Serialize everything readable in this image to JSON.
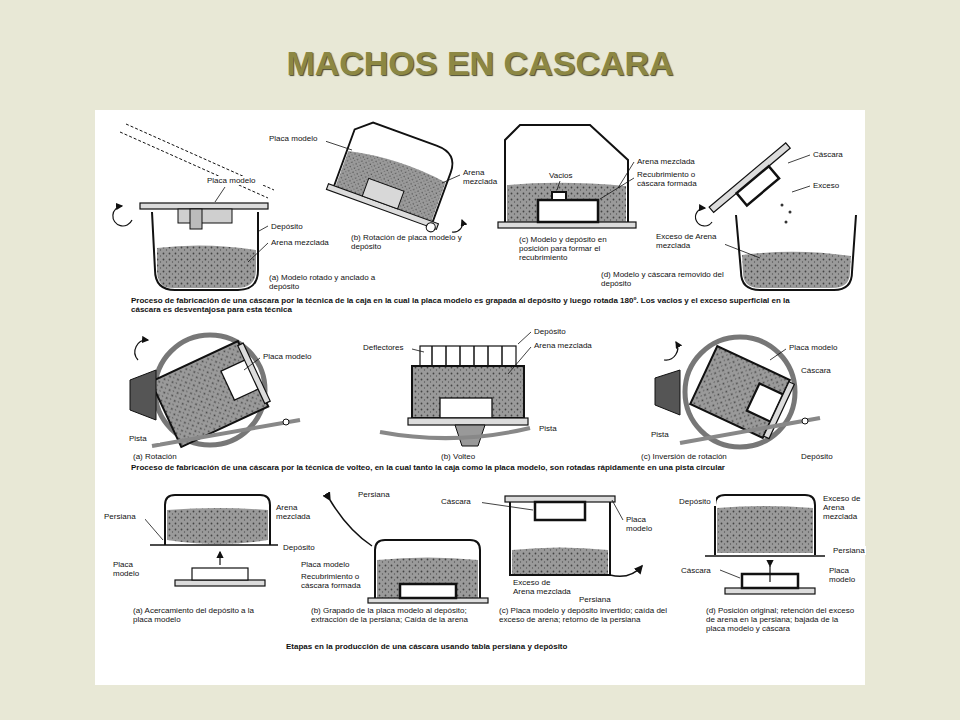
{
  "diagram": {
    "title": "MACHOS EN CASCARA",
    "labels": [
      "Placa modelo",
      "Depósito",
      "Arena mezclada",
      "(a) Modelo rotado y anclado a depósito",
      "Placa modelo",
      "Arena mezclada",
      "(b) Rotación de placa modelo y depósito",
      "Vacios",
      "Arena mezclada",
      "Recubrimiento o cáscara formada",
      "(c) Modelo y depósito en posición para formar el recubrimiento",
      "Cáscara",
      "Exceso",
      "Exceso de Arena mezclada",
      "(d) Modelo y cáscara removido del depósito",
      "Proceso de fabricación de una cáscara por la técnica de la caja en la cual la placa modelo es grapada al depósito y luego rotada 180º. Los vacios y el exceso superficial en la cáscara es desventajosa para esta técnica",
      "Deflectores",
      "Depósito",
      "Placa modelo",
      "Arena mezclada",
      "Placa modelo",
      "Cáscara",
      "Pista",
      "Pista",
      "Pista",
      "(a) Rotación",
      "(b) Volteo",
      "(c) Inversión de rotación",
      "Depósito",
      "Proceso de fabricación de una cáscara por la técnica de volteo, en la cual tanto la caja como la placa modelo, son rotadas rápidamente en una pista circular",
      "Arena mezclada",
      "Persiana",
      "Depósito",
      "Placa modelo",
      "(a) Acercamiento del depósito a la placa modelo",
      "Persiana",
      "Placa modelo",
      "Recubrimiento o cáscara formada",
      "(b) Grapado de la placa modelo al depósito; extracción de la persiana; Caída de la arena",
      "Cáscara",
      "Placa modelo",
      "Exceso de Arena mezclada",
      "Persiana",
      "(c) Placa modelo y depósito invertido; caída del exceso de arena; retorno de la persiana",
      "Depósito",
      "Exceso de Arena mezclada",
      "Persiana",
      "Cáscara",
      "Placa modelo",
      "(d) Posición original; retención del exceso de arena en la persiana; bajada de la placa modelo y cáscara",
      "Etapas en la producción de una cáscara usando tabla persiana y depósito"
    ]
  }
}
